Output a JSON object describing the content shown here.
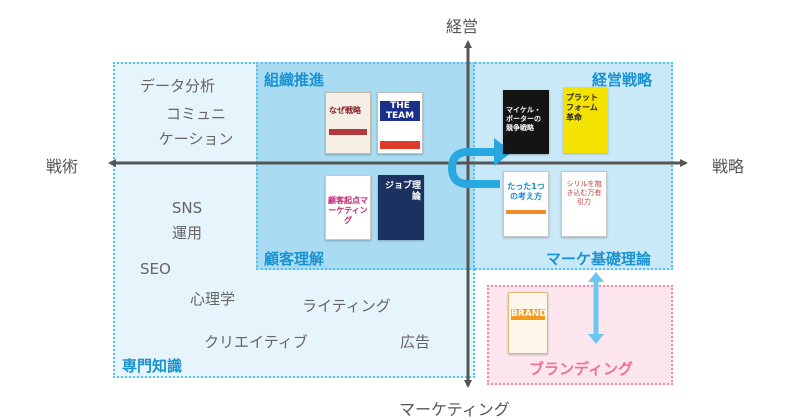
{
  "axes": {
    "top": "経営",
    "bottom": "マーケティング",
    "left": "戦術",
    "right": "戦略"
  },
  "regions": {
    "organization": "組織推進",
    "management_strategy": "経営戦略",
    "customer_understanding": "顧客理解",
    "marketing_basics": "マーケ基礎理論",
    "expert_knowledge": "専門知識",
    "branding": "ブランディング"
  },
  "topics": {
    "data_analysis": "データ分析",
    "communication_1": "コミュニ",
    "communication_2": "ケーション",
    "sns_1": "SNS",
    "sns_2": "運用",
    "seo": "SEO",
    "psychology": "心理学",
    "writing": "ライティング",
    "creative": "クリエイティブ",
    "advertising": "広告"
  },
  "books": {
    "org_1": "なぜ戦略",
    "org_2": "THE TEAM",
    "strategy_1": "マイケル・ポーターの競争戦略",
    "strategy_2": "プラットフォーム革命",
    "customer_1": "顧客起点マーケティング",
    "customer_2": "ジョブ理論",
    "marketing_1": "たった1つの考え方",
    "marketing_2": "シリルを抱き込む万有引力",
    "brand_1": "BRAND"
  },
  "colors": {
    "accent_blue": "#1a93d3",
    "accent_pink": "#ef6f98",
    "axis": "#555555"
  }
}
